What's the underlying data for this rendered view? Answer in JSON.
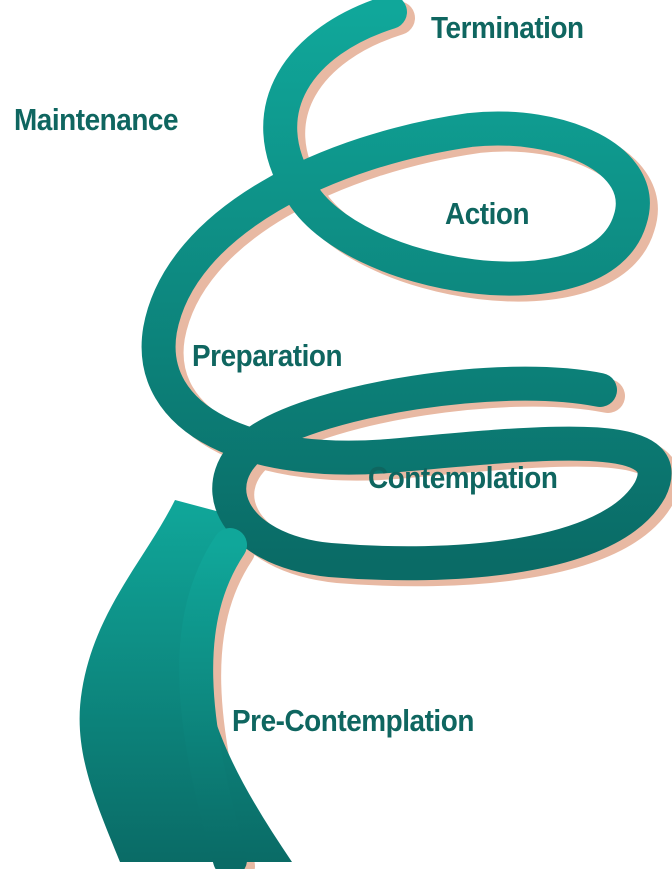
{
  "diagram": {
    "stages": [
      {
        "id": "termination",
        "label": "Termination"
      },
      {
        "id": "maintenance",
        "label": "Maintenance"
      },
      {
        "id": "action",
        "label": "Action"
      },
      {
        "id": "preparation",
        "label": "Preparation"
      },
      {
        "id": "contemplation",
        "label": "Contemplation"
      },
      {
        "id": "pre-contemplation",
        "label": "Pre-Contemplation"
      }
    ]
  },
  "colors": {
    "ribbon_top": "#10a79a",
    "ribbon_bottom": "#0a6b66",
    "ribbon_shadow": "#e8b9a3",
    "label_text": "#0f6660"
  }
}
